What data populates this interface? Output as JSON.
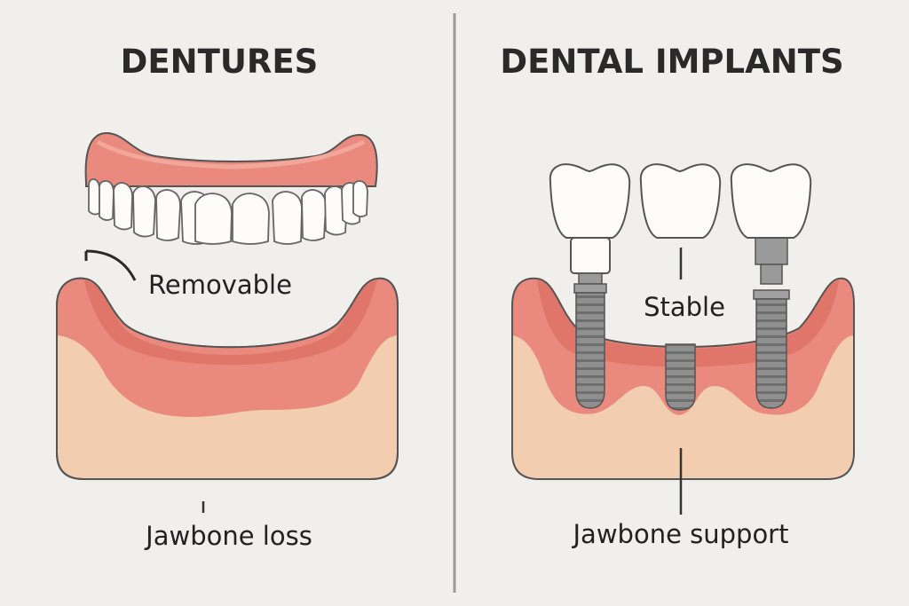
{
  "left_panel": {
    "title": "DENTURES",
    "label_top": "Removable",
    "label_bottom": "Jawbone loss"
  },
  "right_panel": {
    "title": "DENTAL IMPLANTS",
    "label_middle": "Stable",
    "label_bottom": "Jawbone support"
  },
  "colors": {
    "background": "#f0efeb",
    "gum": "#e98a7d",
    "gum_dark": "#e0776b",
    "bone": "#f3cdb0",
    "tooth": "#fdfcf8",
    "implant": "#8e8e8e",
    "divider": "#9a9a9a"
  }
}
